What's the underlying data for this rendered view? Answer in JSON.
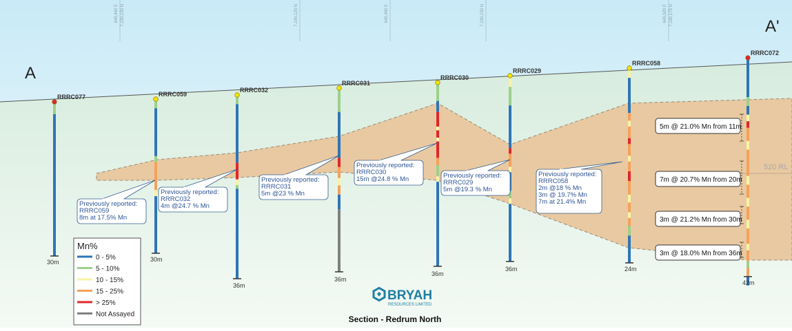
{
  "section": {
    "left_label": "A",
    "right_label": "A'",
    "rl_label": "520 RL",
    "title": "Section - Redrum North"
  },
  "grid_labels": [
    "645,440 E",
    "7,190,100 N",
    "7,190,125 N",
    "645,480 E",
    "7,190,150 N",
    "645,520 E",
    "7,190,175 N"
  ],
  "interval_colors": {
    "0-5": "#2e75b6",
    "5-10": "#9dd08a",
    "10-15": "#f7f3a6",
    "15-25": "#f5a15a",
    "gt25": "#e0262a",
    "na": "#808080"
  },
  "drillholes": [
    {
      "id": "RRRC077",
      "depth_label": "30m",
      "collar_color": "#e0262a",
      "intervals": [
        [
          "5-10",
          0.08
        ],
        [
          "0-5",
          0.92
        ]
      ]
    },
    {
      "id": "RRRC059",
      "depth_label": "30m",
      "collar_color": "#f2e600",
      "intervals": [
        [
          "5-10",
          0.06
        ],
        [
          "0-5",
          0.31
        ],
        [
          "5-10",
          0.04
        ],
        [
          "15-25",
          0.18
        ],
        [
          "10-15",
          0.04
        ],
        [
          "0-5",
          0.37
        ]
      ]
    },
    {
      "id": "RRRC032",
      "depth_label": "36m",
      "collar_color": "#f2e600",
      "intervals": [
        [
          "5-10",
          0.05
        ],
        [
          "0-5",
          0.32
        ],
        [
          "gt25",
          0.09
        ],
        [
          "10-15",
          0.03
        ],
        [
          "5-10",
          0.02
        ],
        [
          "0-5",
          0.49
        ]
      ]
    },
    {
      "id": "RRRC031",
      "depth_label": "36m",
      "collar_color": "#f2e600",
      "intervals": [
        [
          "5-10",
          0.13
        ],
        [
          "0-5",
          0.25
        ],
        [
          "gt25",
          0.05
        ],
        [
          "15-25",
          0.06
        ],
        [
          "10-15",
          0.04
        ],
        [
          "15-25",
          0.05
        ],
        [
          "0-5",
          0.08
        ],
        [
          "na",
          0.34
        ]
      ]
    },
    {
      "id": "RRRC030",
      "depth_label": "36m",
      "collar_color": "#f2e600",
      "intervals": [
        [
          "5-10",
          0.1
        ],
        [
          "0-5",
          0.06
        ],
        [
          "gt25",
          0.08
        ],
        [
          "10-15",
          0.02
        ],
        [
          "gt25",
          0.04
        ],
        [
          "10-15",
          0.02
        ],
        [
          "gt25",
          0.09
        ],
        [
          "15-25",
          0.04
        ],
        [
          "5-10",
          0.06
        ],
        [
          "10-15",
          0.03
        ],
        [
          "0-5",
          0.46
        ]
      ]
    },
    {
      "id": "RRRC029",
      "depth_label": "36m",
      "collar_color": "#f2e600",
      "intervals": [
        [
          "10-15",
          0.06
        ],
        [
          "5-10",
          0.1
        ],
        [
          "0-5",
          0.23
        ],
        [
          "gt25",
          0.03
        ],
        [
          "15-25",
          0.07
        ],
        [
          "10-15",
          0.03
        ],
        [
          "0-5",
          0.1
        ],
        [
          "5-10",
          0.04
        ],
        [
          "10-15",
          0.03
        ],
        [
          "0-5",
          0.31
        ]
      ]
    },
    {
      "id": "RRRC058",
      "depth_label": "24m",
      "collar_color": "#f2e600",
      "intervals": [
        [
          "10-15",
          0.05
        ],
        [
          "0-5",
          0.18
        ],
        [
          "15-25",
          0.04
        ],
        [
          "10-15",
          0.03
        ],
        [
          "15-25",
          0.06
        ],
        [
          "gt25",
          0.03
        ],
        [
          "15-25",
          0.06
        ],
        [
          "10-15",
          0.03
        ],
        [
          "15-25",
          0.05
        ],
        [
          "gt25",
          0.05
        ],
        [
          "15-25",
          0.07
        ],
        [
          "10-15",
          0.04
        ],
        [
          "15-25",
          0.05
        ],
        [
          "10-15",
          0.03
        ],
        [
          "15-25",
          0.04
        ],
        [
          "5-10",
          0.05
        ],
        [
          "0-5",
          0.14
        ]
      ]
    },
    {
      "id": "RRRC072",
      "depth_label": "42m",
      "collar_color": "#e0262a",
      "intervals": [
        [
          "0-5",
          0.18
        ],
        [
          "5-10",
          0.04
        ],
        [
          "0-5",
          0.04
        ],
        [
          "10-15",
          0.03
        ],
        [
          "gt25",
          0.03
        ],
        [
          "15-25",
          0.06
        ],
        [
          "10-15",
          0.04
        ],
        [
          "15-25",
          0.12
        ],
        [
          "10-15",
          0.04
        ],
        [
          "15-25",
          0.06
        ],
        [
          "10-15",
          0.04
        ],
        [
          "15-25",
          0.06
        ],
        [
          "10-15",
          0.04
        ],
        [
          "15-25",
          0.07
        ],
        [
          "10-15",
          0.03
        ],
        [
          "15-25",
          0.05
        ],
        [
          "5-10",
          0.03
        ],
        [
          "15-25",
          0.04
        ],
        [
          "0-5",
          0.04
        ]
      ]
    }
  ],
  "callouts": [
    {
      "hole": "RRRC059",
      "lines": [
        "Previously reported:",
        "RRRC059",
        "8m at 17.5% Mn"
      ]
    },
    {
      "hole": "RRRC032",
      "lines": [
        "Previously reported:",
        "RRRC032",
        "4m @24.7 % Mn"
      ]
    },
    {
      "hole": "RRRC031",
      "lines": [
        "Previously reported:",
        "RRRC031",
        "5m @23 % Mn"
      ]
    },
    {
      "hole": "RRRC030",
      "lines": [
        "Previously reported:",
        "RRRC030",
        "15m @24.8 % Mn"
      ]
    },
    {
      "hole": "RRRC029",
      "lines": [
        "Previously reported:",
        "RRRC029",
        "5m @19.3 % Mn"
      ]
    },
    {
      "hole": "RRRC058",
      "lines": [
        "Previously reported:",
        "RRRC058",
        "2m @18 % Mn",
        "3m @ 19.7% Mn",
        "7m at 21.4% Mn"
      ]
    }
  ],
  "intercepts": [
    "5m @ 21.0% Mn from 11m",
    "7m @ 20.7% Mn from 20m",
    "3m @ 21.2% Mn from 30m",
    "3m @ 18.0% Mn from 36m"
  ],
  "legend": {
    "title": "Mn%",
    "items": [
      {
        "label": "0 - 5%",
        "color": "#2e75b6"
      },
      {
        "label": "5 - 10%",
        "color": "#9dd08a"
      },
      {
        "label": "10 - 15%",
        "color": "#f7f3a6"
      },
      {
        "label": "15 - 25%",
        "color": "#f5a15a"
      },
      {
        "label": "> 25%",
        "color": "#e0262a"
      },
      {
        "label": "Not Assayed",
        "color": "#808080"
      }
    ]
  },
  "logo": {
    "name": "BRYAH",
    "tagline": "RESOURCES LIMITED",
    "color": "#1f7fa3"
  }
}
